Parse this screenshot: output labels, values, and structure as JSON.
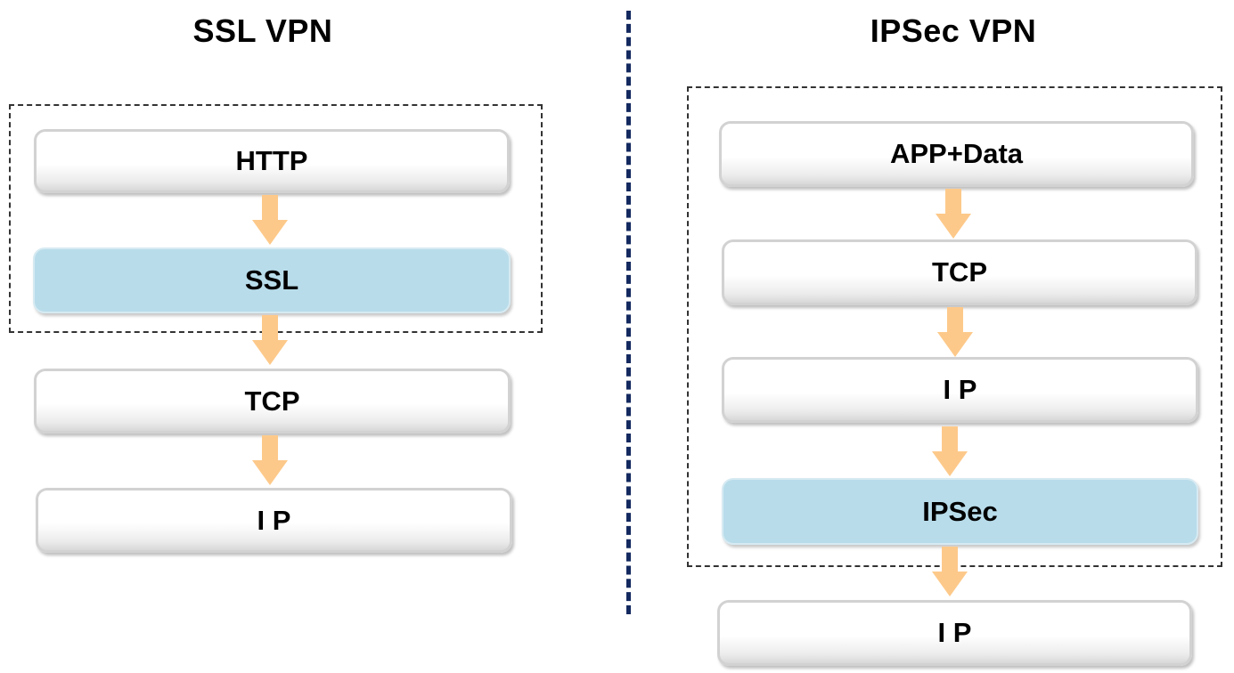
{
  "left": {
    "title": "SSL VPN",
    "layers": [
      "HTTP",
      "SSL",
      "TCP",
      "I P"
    ]
  },
  "right": {
    "title": "IPSec VPN",
    "layers": [
      "APP+Data",
      "TCP",
      "I P",
      "IPSec",
      "I P"
    ]
  },
  "colors": {
    "highlight": "#b8dcea",
    "arrow": "#fdc98a",
    "divider": "#13295f"
  }
}
